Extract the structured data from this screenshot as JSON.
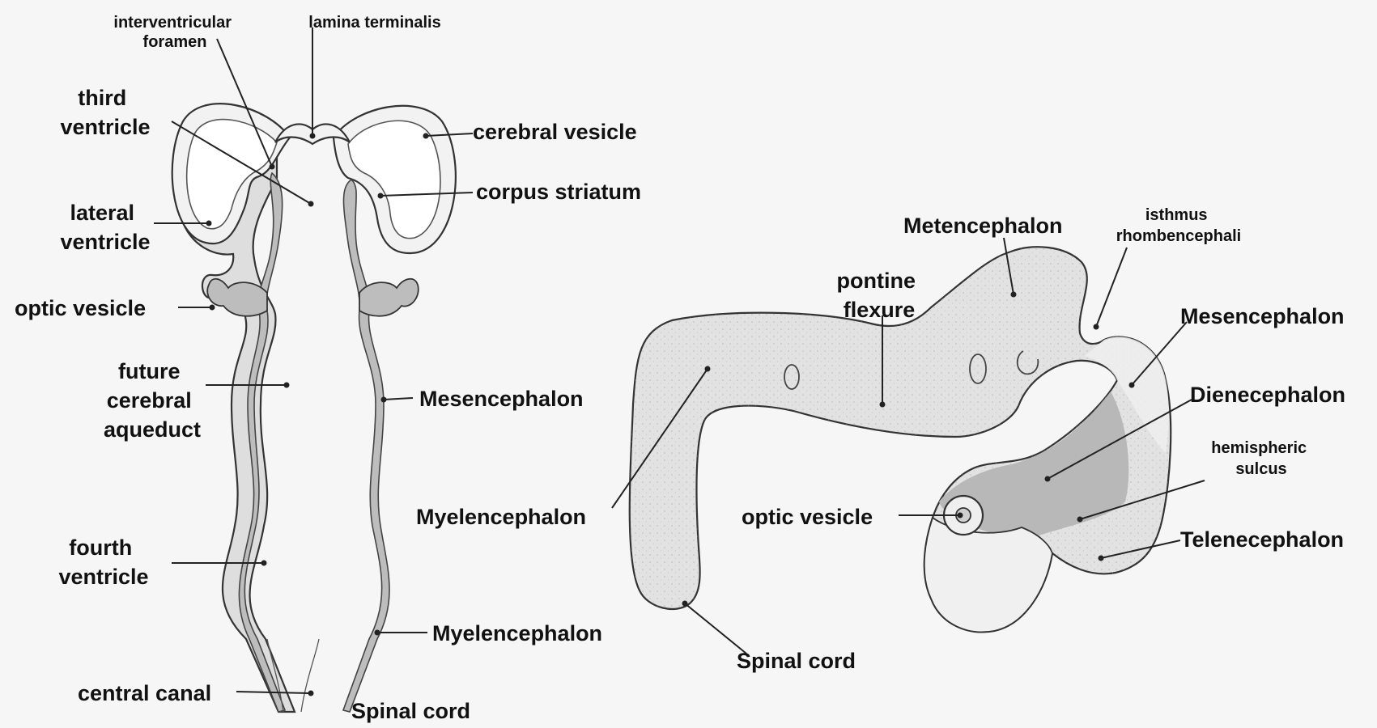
{
  "left_diagram": {
    "labels": {
      "interventricular_foramen": [
        "interventricular",
        "foramen"
      ],
      "lamina_terminalis": "lamina terminalis",
      "third_ventricle": [
        "third",
        "ventricle"
      ],
      "cerebral_vesicle": "cerebral vesicle",
      "corpus_striatum": "corpus striatum",
      "lateral_ventricle": [
        "lateral",
        "ventricle"
      ],
      "optic_vesicle": "optic vesicle",
      "future_cerebral_aqueduct": [
        "future",
        "cerebral",
        "aqueduct"
      ],
      "mesencephalon": "Mesencephalon",
      "fourth_ventricle": [
        "fourth",
        "ventricle"
      ],
      "myelencephalon": "Myelencephalon",
      "central_canal": "central canal",
      "spinal_cord": "Spinal cord"
    }
  },
  "right_diagram": {
    "labels": {
      "metencephalon": "Metencephalon",
      "isthmus_rhombencephali": [
        "isthmus",
        "rhombencephali"
      ],
      "pontine_flexure": [
        "pontine",
        "flexure"
      ],
      "mesencephalon": "Mesencephalon",
      "dienecephalon": "Dienecephalon",
      "hemispheric_sulcus": [
        "hemispheric",
        "sulcus"
      ],
      "myelencephalon": "Myelencephalon",
      "optic_vesicle": "optic vesicle",
      "telenecephalon": "Telenecephalon",
      "spinal_cord": "Spinal cord"
    }
  }
}
